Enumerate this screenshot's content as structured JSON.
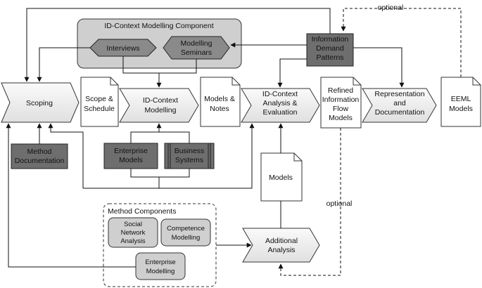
{
  "diagram": {
    "component_title": "ID-Context Modelling Component",
    "interviews": "Interviews",
    "modelling_seminars": [
      "Modelling",
      "Seminars"
    ],
    "information_demand_patterns": [
      "Information",
      "Demand",
      "Patterns"
    ],
    "optional_top": "optional",
    "scoping": "Scoping",
    "scope_schedule": [
      "Scope &",
      "Schedule"
    ],
    "id_context_modelling": [
      "ID-Context",
      "Modelling"
    ],
    "models_notes": [
      "Models &",
      "Notes"
    ],
    "id_context_analysis": [
      "ID-Context",
      "Analysis &",
      "Evaluation"
    ],
    "refined_flow_models": [
      "Refined",
      "Information",
      "Flow",
      "Models"
    ],
    "representation_documentation": [
      "Representation",
      "and",
      "Documentation"
    ],
    "eeml_models": [
      "EEML",
      "Models"
    ],
    "method_documentation": [
      "Method",
      "Documentation"
    ],
    "enterprise_models": [
      "Enterprise",
      "Models"
    ],
    "business_systems": [
      "Business",
      "Systems"
    ],
    "models": "Models",
    "optional_bottom": "optional",
    "method_components_title": "Method Components",
    "social_network_analysis": [
      "Social",
      "Network",
      "Analysis"
    ],
    "competence_modelling": [
      "Competence",
      "Modelling"
    ],
    "enterprise_modelling": [
      "Enterprise",
      "Modelling"
    ],
    "additional_analysis": [
      "Additional",
      "Analysis"
    ]
  }
}
